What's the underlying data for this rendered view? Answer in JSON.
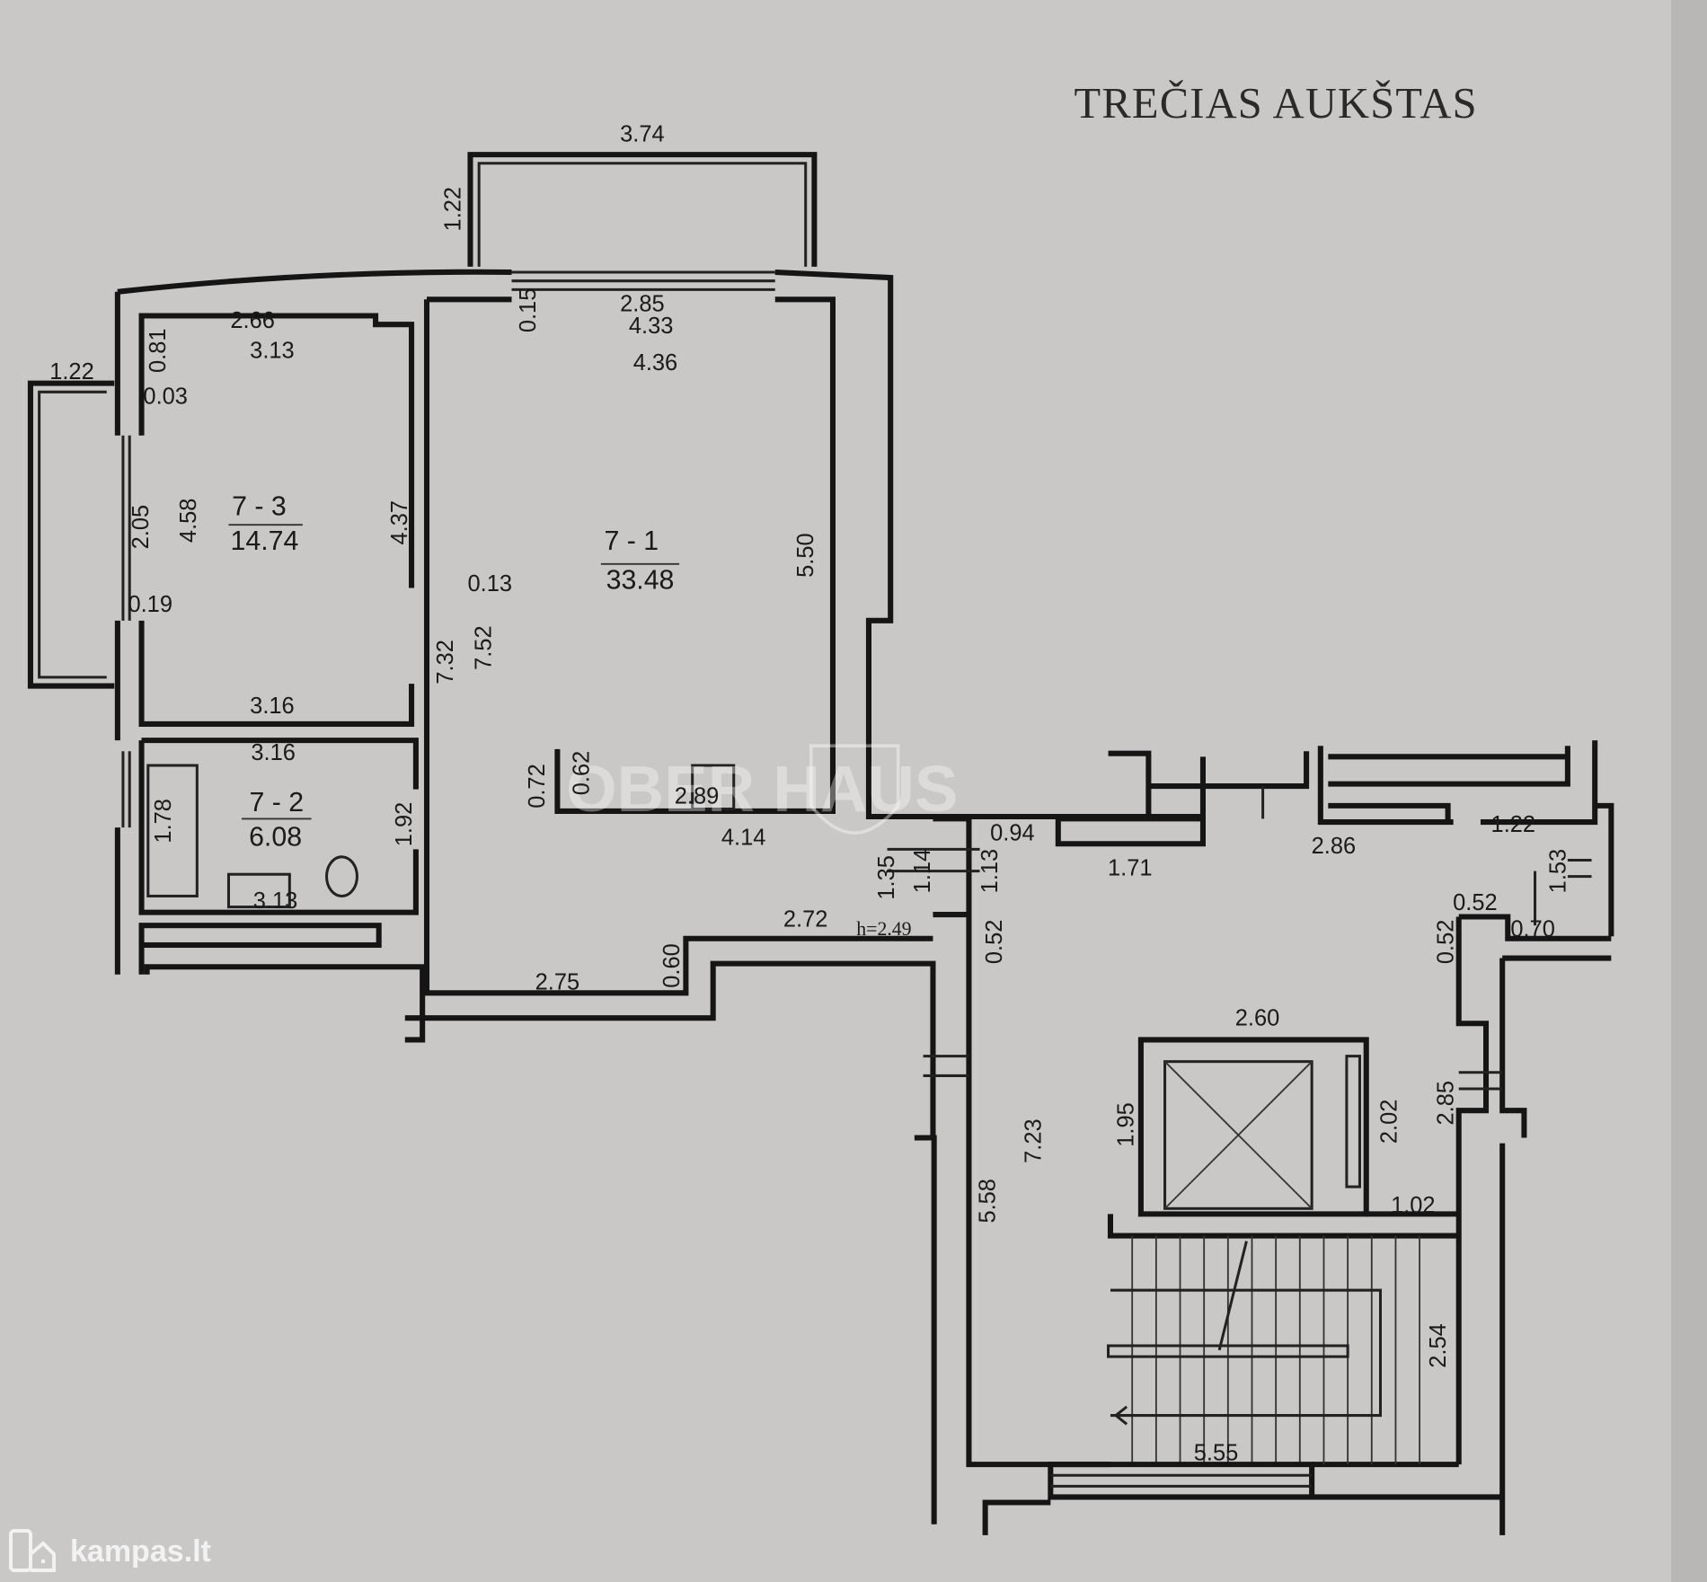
{
  "title": "TREČIAS AUKŠTAS",
  "rooms": [
    {
      "id": "7 - 1",
      "area": "33.48"
    },
    {
      "id": "7 - 2",
      "area": "6.08"
    },
    {
      "id": "7 - 3",
      "area": "14.74"
    }
  ],
  "dims": [
    "3.74",
    "1.22",
    "0.15",
    "2.85",
    "4.33",
    "4.36",
    "2.66",
    "3.13",
    "0.81",
    "1.22",
    "0.03",
    "2.05",
    "4.58",
    "4.37",
    "0.13",
    "5.50",
    "0.19",
    "7.32",
    "7.52",
    "3.16",
    "3.16",
    "1.78",
    "1.92",
    "3.13",
    "0.72",
    "0.62",
    "2.89",
    "4.14",
    "0.94",
    "1.71",
    "2.86",
    "1.22",
    "1.53",
    "1.35",
    "1.14",
    "1.13",
    "2.72",
    "h=2.49",
    "0.52",
    "0.52",
    "0.52",
    "0.70",
    "2.75",
    "0.60",
    "2.60",
    "1.95",
    "7.23",
    "2.02",
    "2.85",
    "1.02",
    "5.58",
    "2.54",
    "5.55"
  ],
  "watermark": "OBER HAUS",
  "brand": "kampas.lt",
  "colors": {
    "paper": "#c9c7c6",
    "ink": "#151515"
  }
}
